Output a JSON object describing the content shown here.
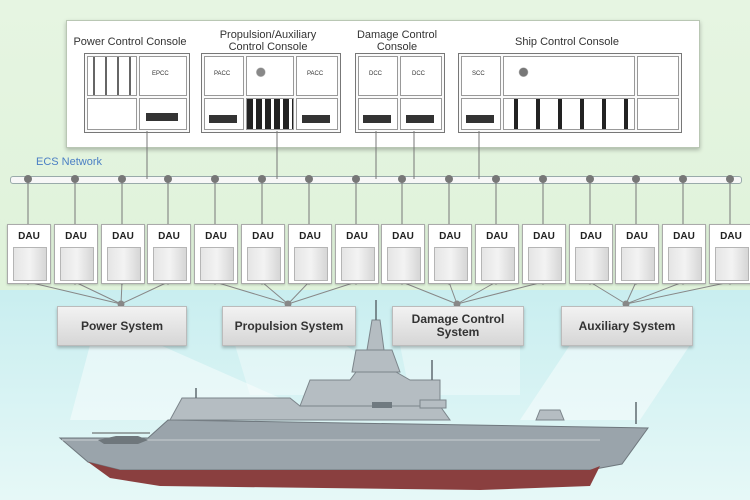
{
  "consoles": [
    {
      "title": "Power Control Console",
      "panels": [
        "EPCC"
      ]
    },
    {
      "title": "Propulsion/Auxiliary\nControl Console",
      "panels": [
        "PACC",
        "PACC"
      ]
    },
    {
      "title": "Damage Control\nConsole",
      "panels": [
        "DCC",
        "DCC"
      ]
    },
    {
      "title": "Ship Control Console",
      "panels": [
        "SCC"
      ]
    }
  ],
  "network": {
    "label": "ECS Network"
  },
  "dau": {
    "label": "DAU",
    "count": 16
  },
  "systems": [
    {
      "label": "Power System"
    },
    {
      "label": "Propulsion System"
    },
    {
      "label": "Damage Control\nSystem"
    },
    {
      "label": "Auxiliary System"
    }
  ],
  "colors": {
    "top_band": "#e6f5e2",
    "bottom_band": "#c9eef0",
    "network_label": "#4b7fc4",
    "ship_hull": "#9aa4ab"
  }
}
